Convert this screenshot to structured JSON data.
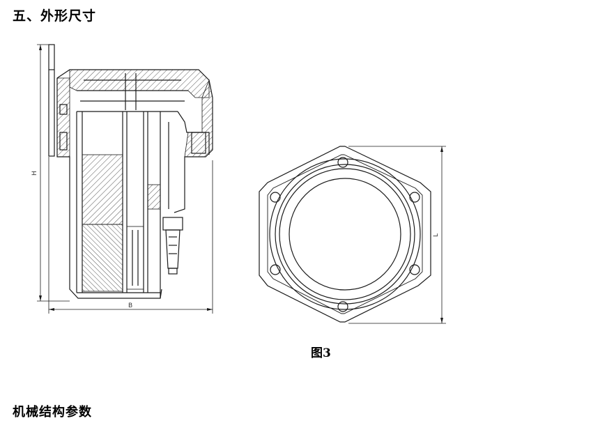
{
  "section_heading": "五、外形尺寸",
  "figure_caption": "图3",
  "footer_heading": "机械结构参数",
  "dimension_labels": {
    "height": "H",
    "base": "B",
    "length": "L"
  },
  "colors": {
    "line": "#1a1a1a",
    "hatch": "#555555"
  }
}
